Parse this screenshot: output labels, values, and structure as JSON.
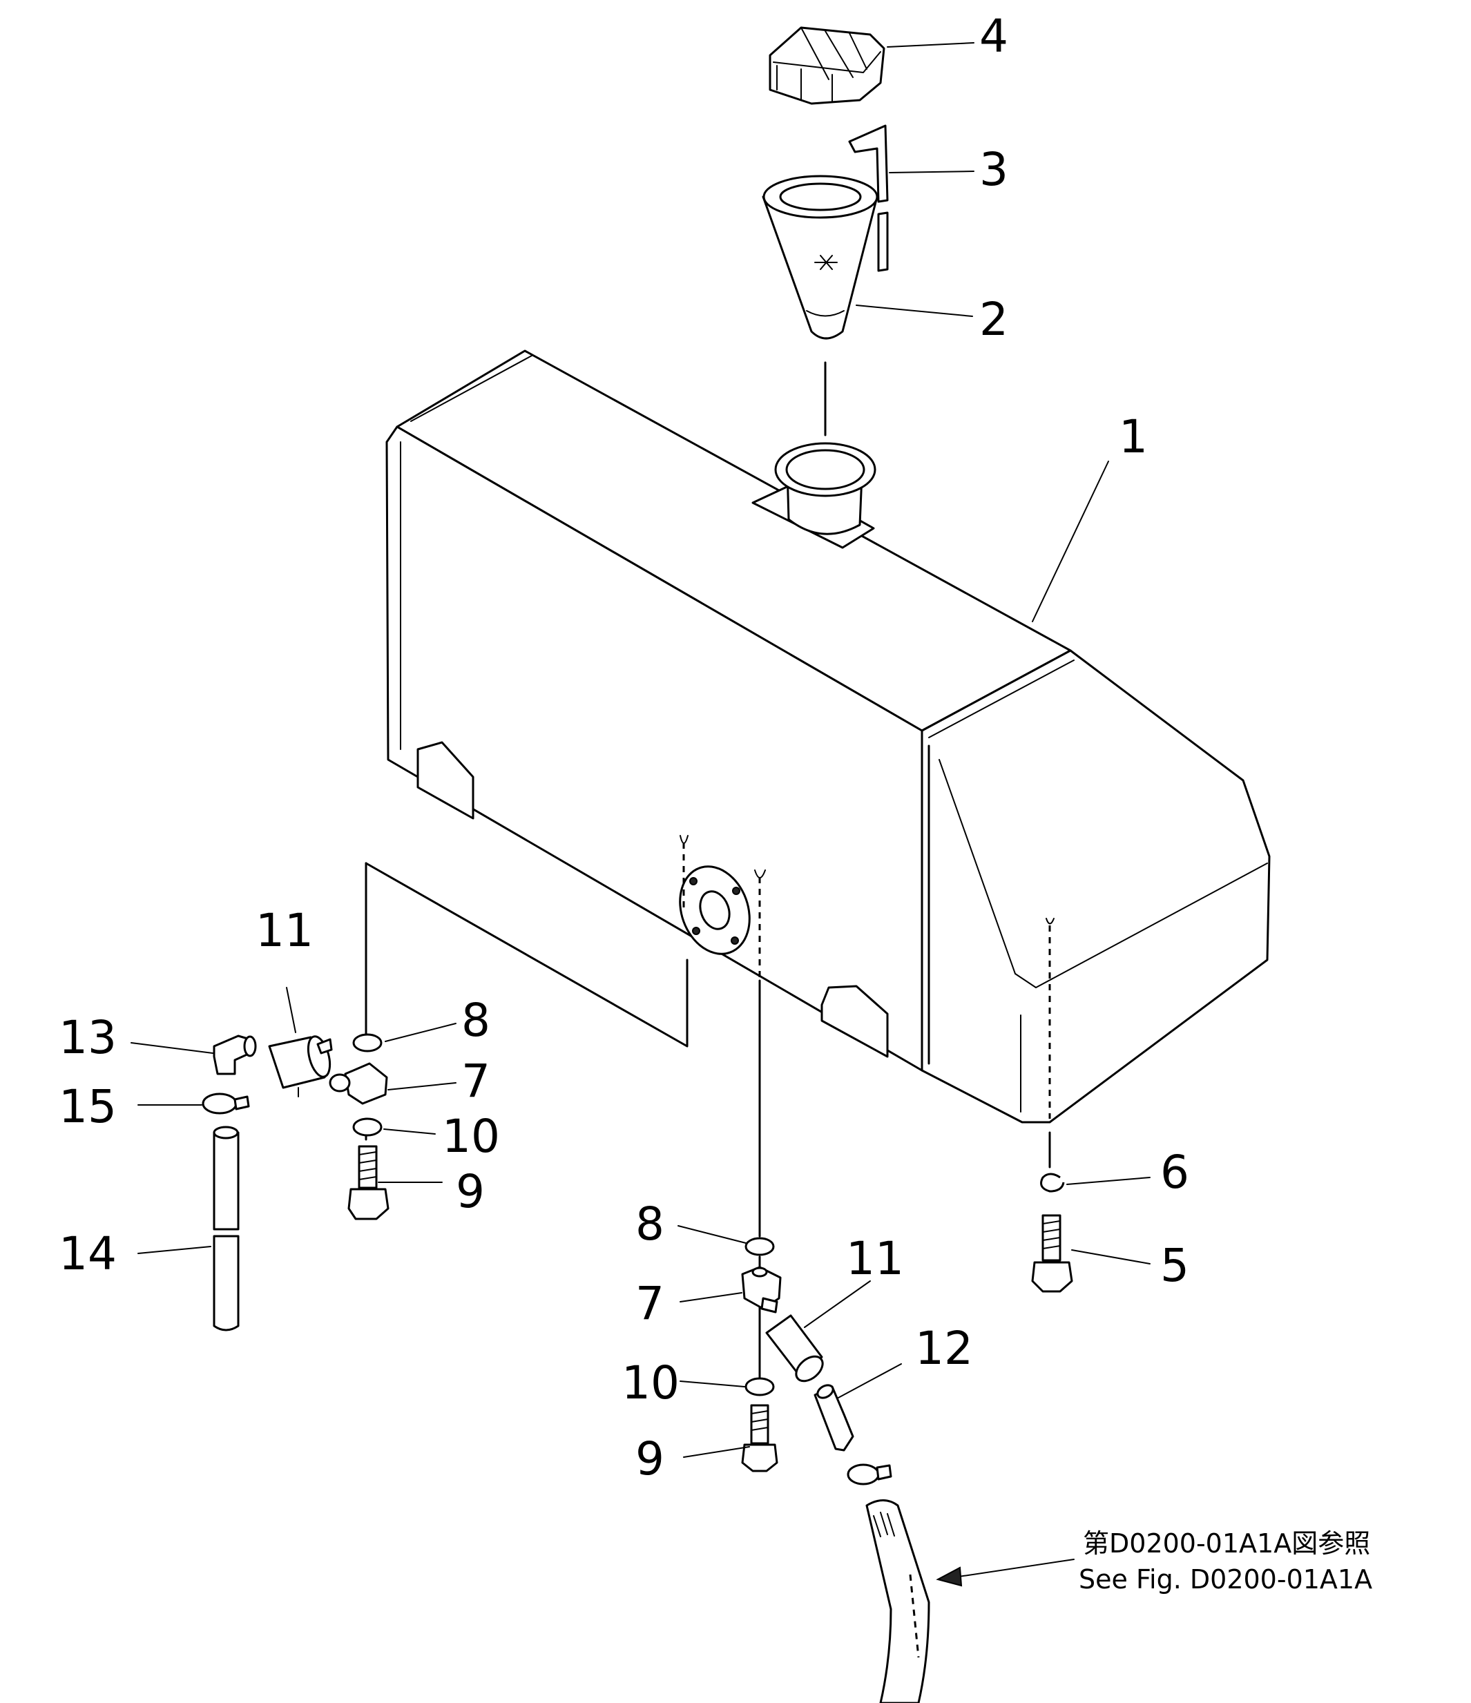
{
  "callouts": [
    {
      "key": "c4",
      "label": "4"
    },
    {
      "key": "c3",
      "label": "3"
    },
    {
      "key": "c2",
      "label": "2"
    },
    {
      "key": "c1",
      "label": "1"
    },
    {
      "key": "c11a",
      "label": "11"
    },
    {
      "key": "c13",
      "label": "13"
    },
    {
      "key": "c8a",
      "label": "8"
    },
    {
      "key": "c7a",
      "label": "7"
    },
    {
      "key": "c15",
      "label": "15"
    },
    {
      "key": "c10a",
      "label": "10"
    },
    {
      "key": "c9a",
      "label": "9"
    },
    {
      "key": "c14",
      "label": "14"
    },
    {
      "key": "c6",
      "label": "6"
    },
    {
      "key": "c5",
      "label": "5"
    },
    {
      "key": "c8b",
      "label": "8"
    },
    {
      "key": "c11b",
      "label": "11"
    },
    {
      "key": "c7b",
      "label": "7"
    },
    {
      "key": "c12",
      "label": "12"
    },
    {
      "key": "c10b",
      "label": "10"
    },
    {
      "key": "c9b",
      "label": "9"
    }
  ],
  "reference": {
    "line_jp": "第D0200-01A1A図参照",
    "line_en": "See Fig. D0200-01A1A"
  }
}
